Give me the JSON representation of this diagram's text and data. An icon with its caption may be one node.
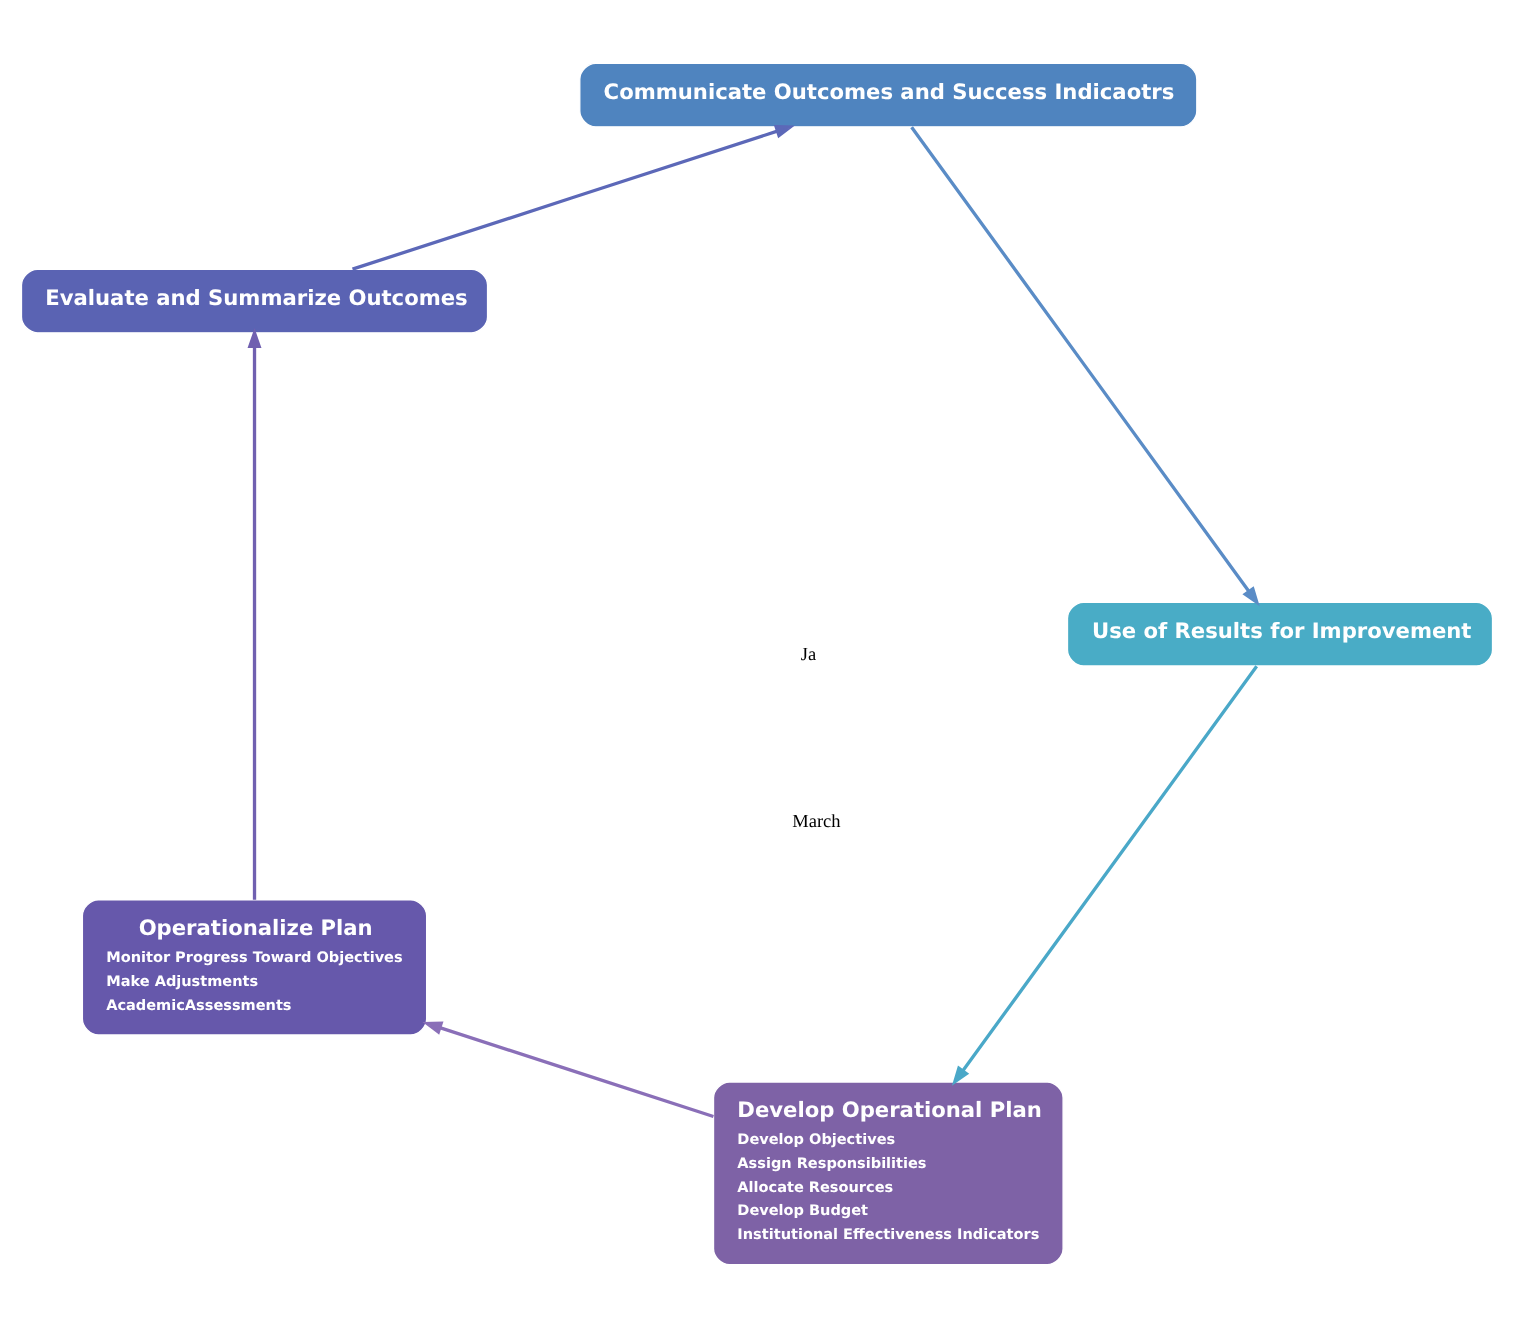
{
  "diagram": {
    "nodes": [
      {
        "text": [
          "Develop Operational Plan",
          "Develop Objectives",
          "Assign Responsibilities",
          "Allocate Resources",
          "Develop Budget",
          "Institutional Effectiveness Indicators"
        ]
      },
      {
        "text": [
          "Operationalize Plan",
          "Monitor Progress Toward Objectives",
          "Make Adjustments",
          "AcademicAssessments"
        ]
      },
      {
        "text": [
          "Evaluate and Summarize Outcomes"
        ]
      },
      {
        "text": [
          "Communicate Outcomes and Success Indicaotrs"
        ]
      },
      {
        "text": [
          "Use of Results for Improvement"
        ]
      }
    ],
    "edges": [
      {
        "from": 0,
        "to": 1,
        "arrow": "to"
      },
      {
        "from": 1,
        "to": 2,
        "arrow": "to"
      },
      {
        "from": 2,
        "to": 3,
        "arrow": "to"
      },
      {
        "from": 3,
        "to": 4,
        "arrow": "to"
      },
      {
        "from": 4,
        "to": 0,
        "arrow": "to"
      }
    ],
    "labels": [
      "Ja",
      "March"
    ]
  }
}
